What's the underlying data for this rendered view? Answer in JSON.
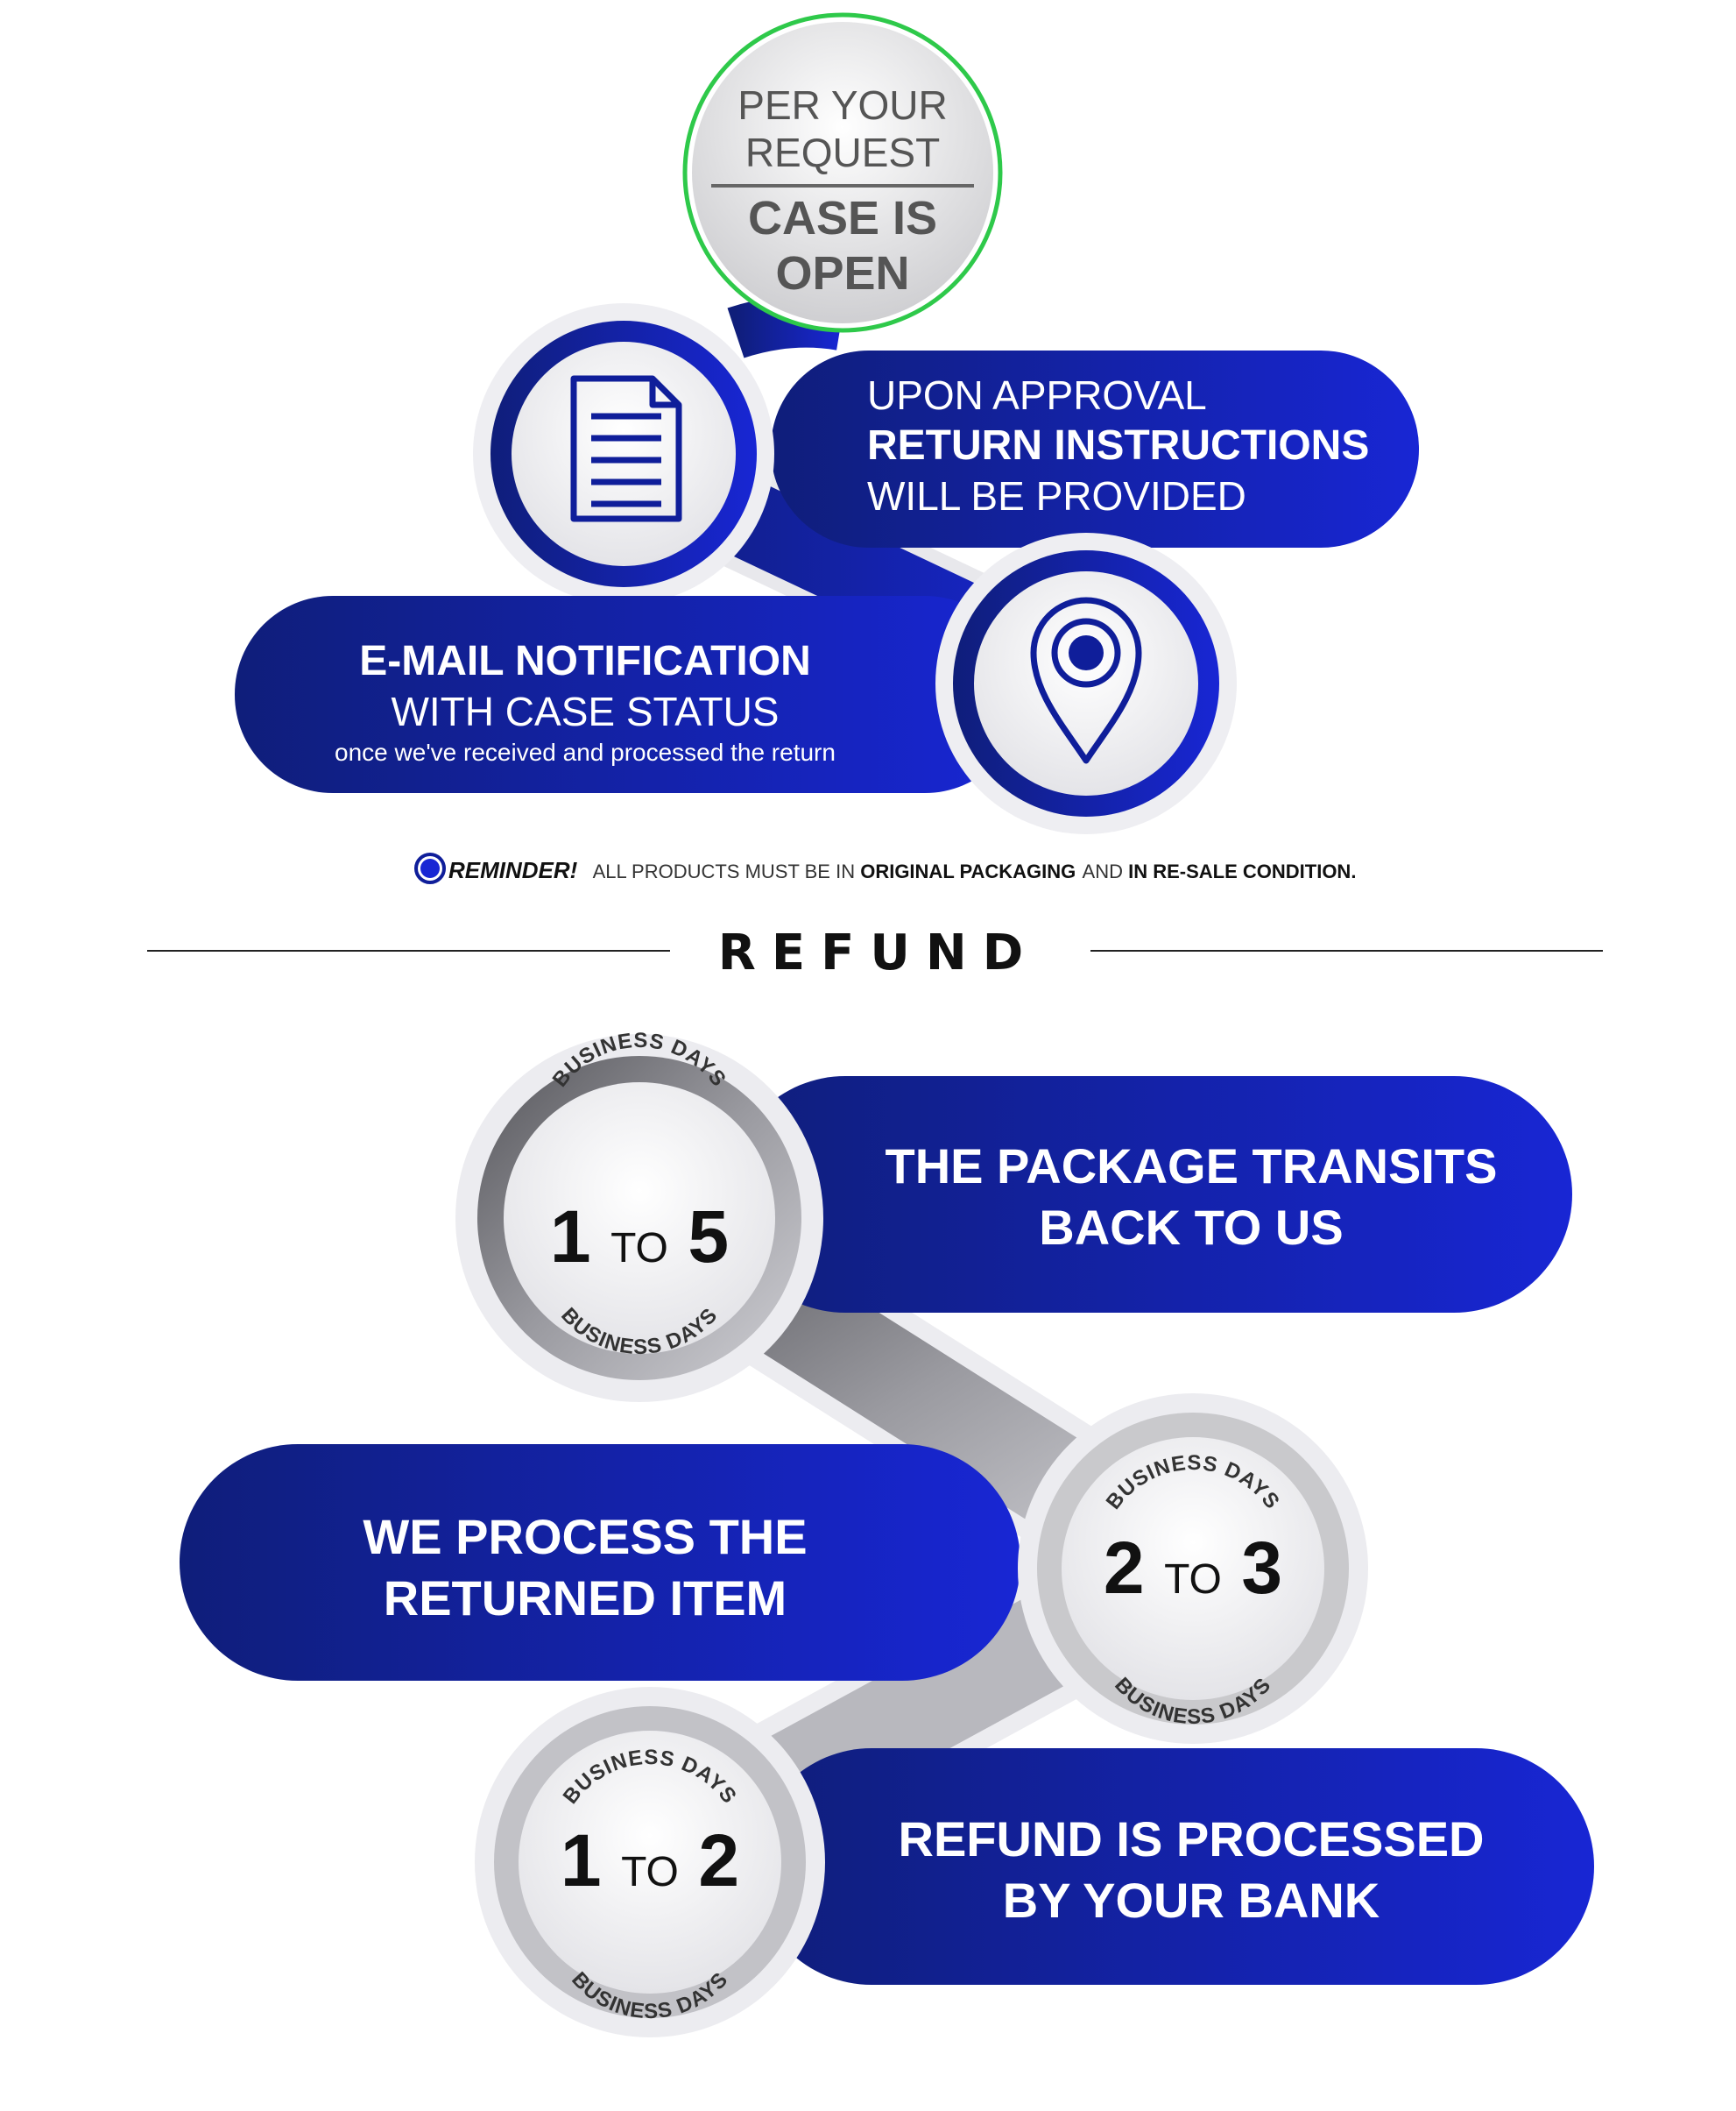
{
  "colors": {
    "blue_dark": "#0f1e7a",
    "blue_light": "#1826d4",
    "green_ring": "#2ec94a",
    "gray_dark": "#5a5a5a",
    "gray_light": "#c9c9cc"
  },
  "top_badge": {
    "line1": "PER YOUR",
    "line2": "REQUEST",
    "line3": "CASE IS",
    "line4": "OPEN"
  },
  "steps": {
    "instructions": {
      "icon": "document-icon",
      "line1": "UPON APPROVAL",
      "line2": "RETURN INSTRUCTIONS",
      "line3": "WILL BE PROVIDED"
    },
    "notification": {
      "icon": "location-pin-icon",
      "line1": "E-MAIL NOTIFICATION",
      "line2": "WITH CASE STATUS",
      "line3": "once we've received and processed the return"
    }
  },
  "reminder": {
    "label": "REMINDER!",
    "text1": "ALL PRODUCTS MUST BE IN ",
    "bold1": "ORIGINAL PACKAGING",
    "text2": " AND ",
    "bold2": "IN RE-SALE CONDITION."
  },
  "refund": {
    "title": "REFUND",
    "days_label": "BUSINESS DAYS",
    "to_label": "TO",
    "stages": [
      {
        "from": "1",
        "to": "5",
        "line1": "THE PACKAGE TRANSITS",
        "line2": "BACK TO US"
      },
      {
        "from": "2",
        "to": "3",
        "line1": "WE PROCESS THE",
        "line2": "RETURNED ITEM"
      },
      {
        "from": "1",
        "to": "2",
        "line1": "REFUND IS PROCESSED",
        "line2": "BY YOUR BANK"
      }
    ]
  }
}
